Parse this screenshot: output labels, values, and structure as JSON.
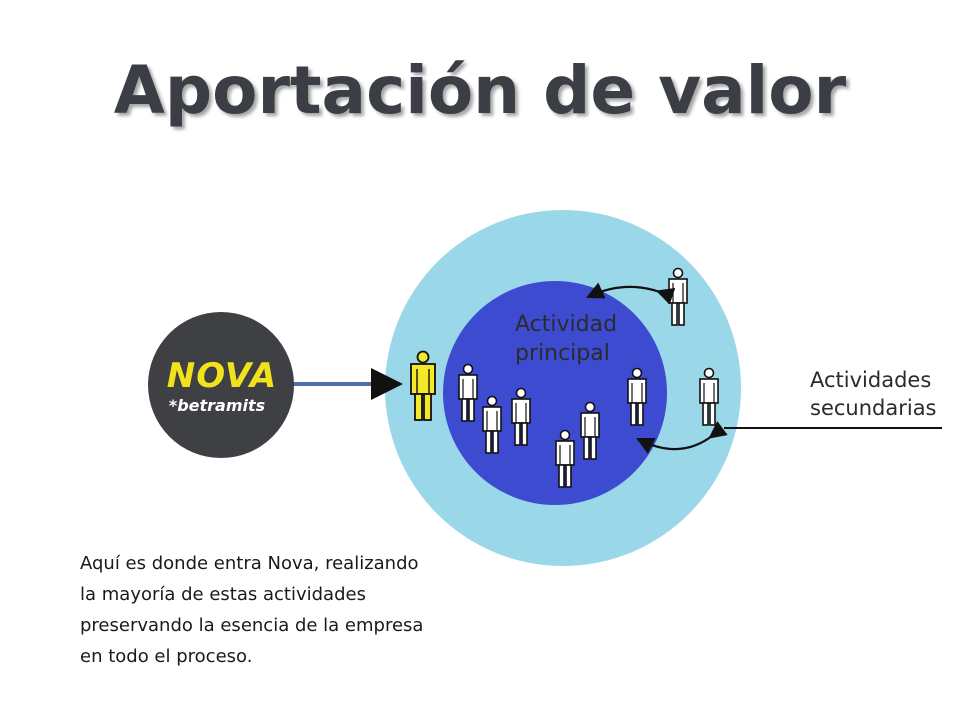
{
  "title": "Aportación de valor",
  "logo": {
    "name": "NOVA",
    "tagline": "*betramits"
  },
  "labels": {
    "principal": "Actividad principal",
    "secundarias": "Actividades secundarias"
  },
  "paragraph": "Aquí es donde entra Nova, realizando la mayoría de estas actividades preservando la esencia de la empresa en todo el proceso.",
  "colors": {
    "outer_circle": "#9ad7e8",
    "inner_circle": "#3d4bd1",
    "highlight_person": "#f5e82a",
    "arrow": "#4f6fa5"
  }
}
